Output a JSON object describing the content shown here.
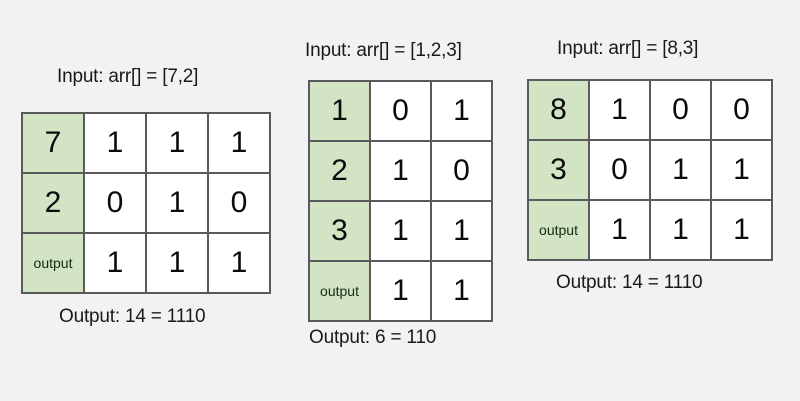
{
  "background_color": "#f2f2f2",
  "accent_color": "#d3e4c5",
  "border_color": "#5a5a5a",
  "text_color": "#111111",
  "panels": [
    {
      "id": "panel-1",
      "title": "Input: arr[] = [7,2]",
      "footer": "Output: 14 = 1110",
      "columns": 4,
      "rows": 3,
      "row_labels": [
        "7",
        "2",
        "output"
      ],
      "matrix": [
        [
          "1",
          "1",
          "1"
        ],
        [
          "0",
          "1",
          "0"
        ],
        [
          "1",
          "1",
          "1"
        ]
      ]
    },
    {
      "id": "panel-2",
      "title": "Input: arr[] = [1,2,3]",
      "footer": "Output: 6 = 110",
      "columns": 3,
      "rows": 4,
      "row_labels": [
        "1",
        "2",
        "3",
        "output"
      ],
      "matrix": [
        [
          "0",
          "1"
        ],
        [
          "1",
          "0"
        ],
        [
          "1",
          "1"
        ],
        [
          "1",
          "1"
        ]
      ]
    },
    {
      "id": "panel-3",
      "title": "Input: arr[] = [8,3]",
      "footer": "Output: 14 = 1110",
      "columns": 4,
      "rows": 3,
      "row_labels": [
        "8",
        "3",
        "output"
      ],
      "matrix": [
        [
          "1",
          "0",
          "0"
        ],
        [
          "0",
          "1",
          "1"
        ],
        [
          "1",
          "1",
          "1"
        ]
      ]
    }
  ]
}
